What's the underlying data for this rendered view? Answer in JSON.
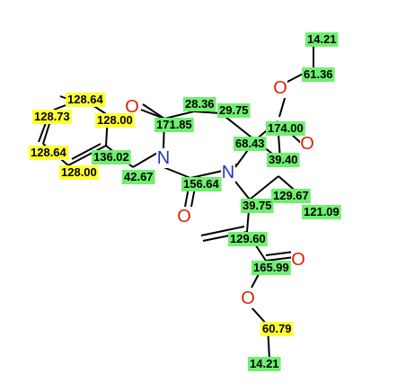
{
  "colors": {
    "green": "#6fef6f",
    "yellow": "#ffff33",
    "nitrogen": "#2233cc",
    "oxygen": "#dd2200",
    "bond": "#000000"
  },
  "atoms": {
    "n1": "N",
    "n2": "N",
    "o_ketone": "O",
    "o_urea": "O",
    "o_ether_top": "O",
    "o_carbonyl_top": "O",
    "o_carbonyl_bottom": "O",
    "o_ether_bottom": "O"
  },
  "shifts": [
    {
      "id": "s1",
      "text": "14.21",
      "color": "green"
    },
    {
      "id": "s2",
      "text": "61.36",
      "color": "green"
    },
    {
      "id": "s3",
      "text": "128.64",
      "color": "yellow"
    },
    {
      "id": "s4",
      "text": "128.73",
      "color": "yellow"
    },
    {
      "id": "s5",
      "text": "128.00",
      "color": "yellow"
    },
    {
      "id": "s6",
      "text": "28.36",
      "color": "green"
    },
    {
      "id": "s7",
      "text": "29.75",
      "color": "green"
    },
    {
      "id": "s8",
      "text": "171.85",
      "color": "green"
    },
    {
      "id": "s9",
      "text": "174.00",
      "color": "green"
    },
    {
      "id": "s10",
      "text": "68.43",
      "color": "green"
    },
    {
      "id": "s11",
      "text": "128.64",
      "color": "yellow"
    },
    {
      "id": "s12",
      "text": "136.02",
      "color": "green"
    },
    {
      "id": "s13",
      "text": "39.40",
      "color": "green"
    },
    {
      "id": "s14",
      "text": "128.00",
      "color": "yellow"
    },
    {
      "id": "s15",
      "text": "42.67",
      "color": "green"
    },
    {
      "id": "s16",
      "text": "156.64",
      "color": "green"
    },
    {
      "id": "s17",
      "text": "129.67",
      "color": "green"
    },
    {
      "id": "s18",
      "text": "121.09",
      "color": "green"
    },
    {
      "id": "s19",
      "text": "39.75",
      "color": "green"
    },
    {
      "id": "s20",
      "text": "129.60",
      "color": "green"
    },
    {
      "id": "s21",
      "text": "165.99",
      "color": "green"
    },
    {
      "id": "s22",
      "text": "60.79",
      "color": "yellow"
    },
    {
      "id": "s23",
      "text": "14.21",
      "color": "green"
    }
  ]
}
